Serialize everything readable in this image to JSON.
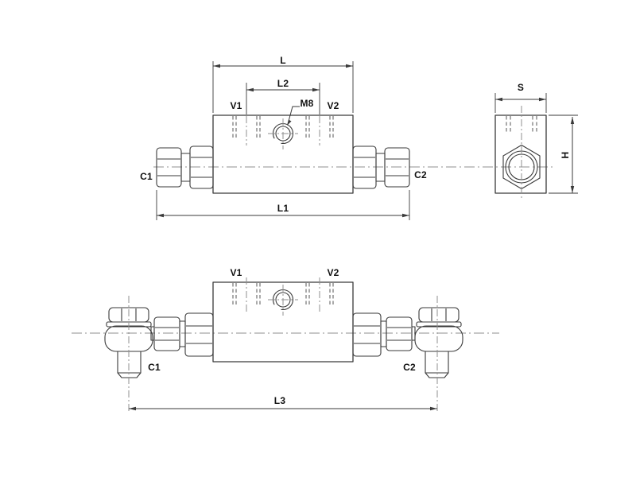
{
  "colors": {
    "background": "#ffffff",
    "line": "#3a3a3a",
    "centerline": "#8f8f8f",
    "thread": "#555555",
    "text": "#111111"
  },
  "views": {
    "front": {
      "dim_body_length": "L",
      "dim_port_spacing": "L2",
      "dim_overall_length": "L1",
      "port_left": "V1",
      "port_right": "V2",
      "mounting_hole": "M8",
      "connection_left": "C1",
      "connection_right": "C2"
    },
    "side": {
      "dim_width": "S",
      "dim_height": "H"
    },
    "bottom": {
      "port_left": "V1",
      "port_right": "V2",
      "connection_left": "C1",
      "connection_right": "C2",
      "dim_overall_length": "L3"
    }
  }
}
